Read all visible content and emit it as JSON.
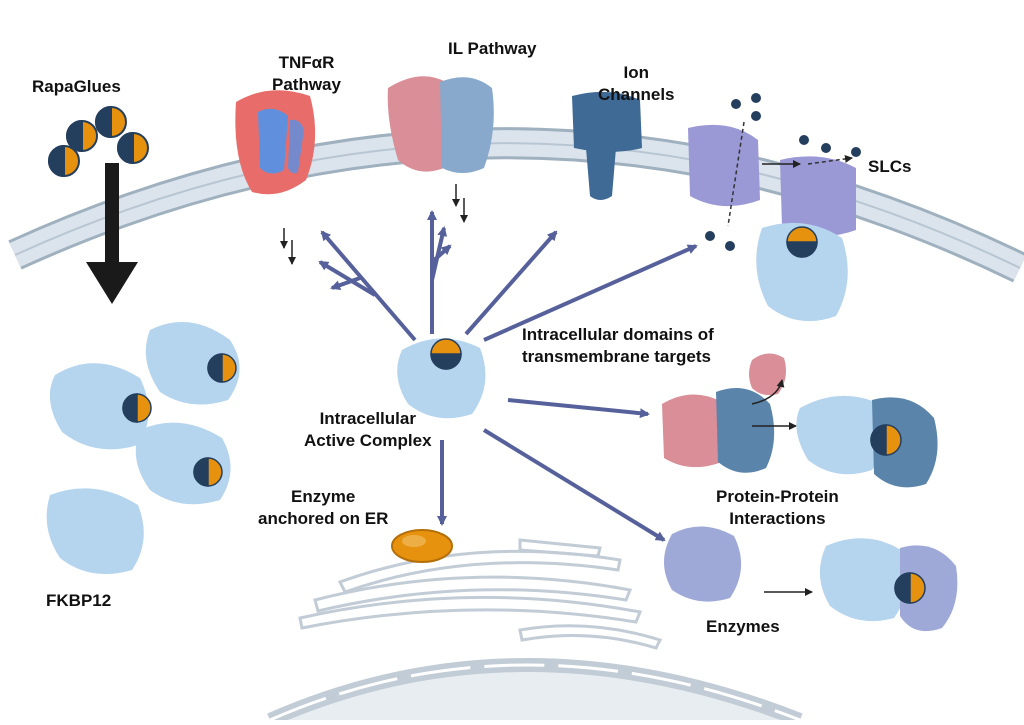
{
  "labels": {
    "rapaglues": "RapaGlues",
    "tnfar": [
      "TNFαR",
      "Pathway"
    ],
    "il": "IL Pathway",
    "ion": [
      "Ion",
      "Channels"
    ],
    "slcs": "SLCs",
    "intracellular_domains": [
      "Intracellular domains of",
      "transmembrane targets"
    ],
    "active_complex": [
      "Intracellular",
      "Active Complex"
    ],
    "enzyme_er": [
      "Enzyme",
      "anchored on ER"
    ],
    "ppi": [
      "Protein-Protein",
      "Interactions"
    ],
    "enzymes": "Enzymes",
    "fkbp12": "FKBP12"
  },
  "colors": {
    "membrane": "#c5d3de",
    "membrane_edge": "#9fb0bf",
    "fkbp12": "#b5d4ee",
    "glue_orange": "#e6920e",
    "glue_navy": "#243f5e",
    "arrow": "#56609a",
    "tnf_red": "#e86d6a",
    "tnf_blue": "#5f8fdd",
    "il_pink": "#d98e98",
    "il_blue": "#88a9cb",
    "ion_blue": "#3f6a95",
    "slc_purple": "#9b98d6",
    "ppi_blue": "#5a84aa",
    "enzyme_purple": "#9ea9d8",
    "er_outline": "#c2ccd6"
  }
}
